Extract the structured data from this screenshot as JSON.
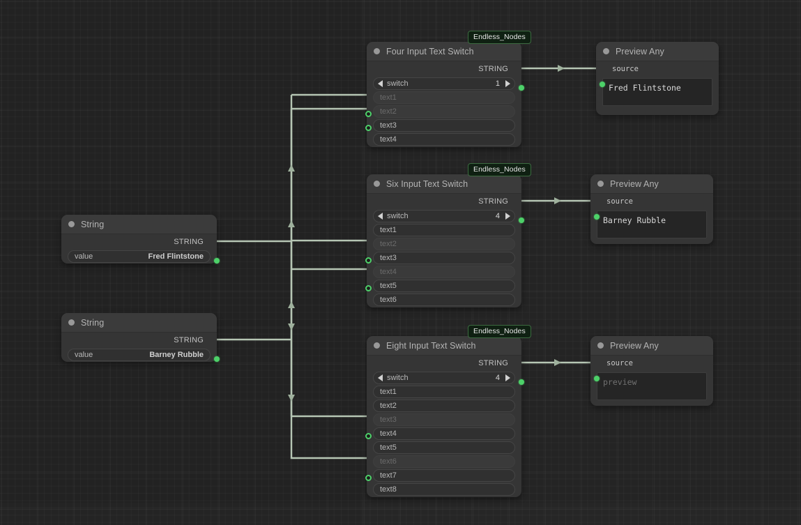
{
  "app": {
    "canvas_background": "#222222",
    "grid_color": "#2b2b2b",
    "link_color": "#b6c6b4",
    "accent_green": "#4dd169"
  },
  "badges": [
    {
      "label": "Endless_Nodes"
    },
    {
      "label": "Endless_Nodes"
    },
    {
      "label": "Endless_Nodes"
    }
  ],
  "nodes": {
    "string1": {
      "title": "String",
      "output": {
        "label": "STRING",
        "type": "STRING"
      },
      "widget": {
        "label": "value",
        "value": "Fred Flintstone"
      }
    },
    "string2": {
      "title": "String",
      "output": {
        "label": "STRING",
        "type": "STRING"
      },
      "widget": {
        "label": "value",
        "value": "Barney Rubble"
      }
    },
    "four_switch": {
      "title": "Four Input Text Switch",
      "output": {
        "label": "STRING",
        "type": "STRING"
      },
      "combo": {
        "label": "switch",
        "value": "1"
      },
      "inputs": [
        {
          "label": "text1",
          "connected": true
        },
        {
          "label": "text2",
          "connected": true
        },
        {
          "label": "text3",
          "connected": false
        },
        {
          "label": "text4",
          "connected": false
        }
      ]
    },
    "six_switch": {
      "title": "Six Input Text Switch",
      "output": {
        "label": "STRING",
        "type": "STRING"
      },
      "combo": {
        "label": "switch",
        "value": "4"
      },
      "inputs": [
        {
          "label": "text1",
          "connected": false
        },
        {
          "label": "text2",
          "connected": true
        },
        {
          "label": "text3",
          "connected": false
        },
        {
          "label": "text4",
          "connected": true
        },
        {
          "label": "text5",
          "connected": false
        },
        {
          "label": "text6",
          "connected": false
        }
      ]
    },
    "eight_switch": {
      "title": "Eight Input Text Switch",
      "output": {
        "label": "STRING",
        "type": "STRING"
      },
      "combo": {
        "label": "switch",
        "value": "4"
      },
      "inputs": [
        {
          "label": "text1",
          "connected": false
        },
        {
          "label": "text2",
          "connected": false
        },
        {
          "label": "text3",
          "connected": true
        },
        {
          "label": "text4",
          "connected": false
        },
        {
          "label": "text5",
          "connected": false
        },
        {
          "label": "text6",
          "connected": true
        },
        {
          "label": "text7",
          "connected": false
        },
        {
          "label": "text8",
          "connected": false
        }
      ]
    },
    "preview1": {
      "title": "Preview Any",
      "input": {
        "label": "source"
      },
      "text": "Fred Flintstone",
      "is_placeholder": false
    },
    "preview2": {
      "title": "Preview Any",
      "input": {
        "label": "source"
      },
      "text": "Barney Rubble",
      "is_placeholder": false
    },
    "preview3": {
      "title": "Preview Any",
      "input": {
        "label": "source"
      },
      "text": "preview",
      "is_placeholder": true
    }
  }
}
